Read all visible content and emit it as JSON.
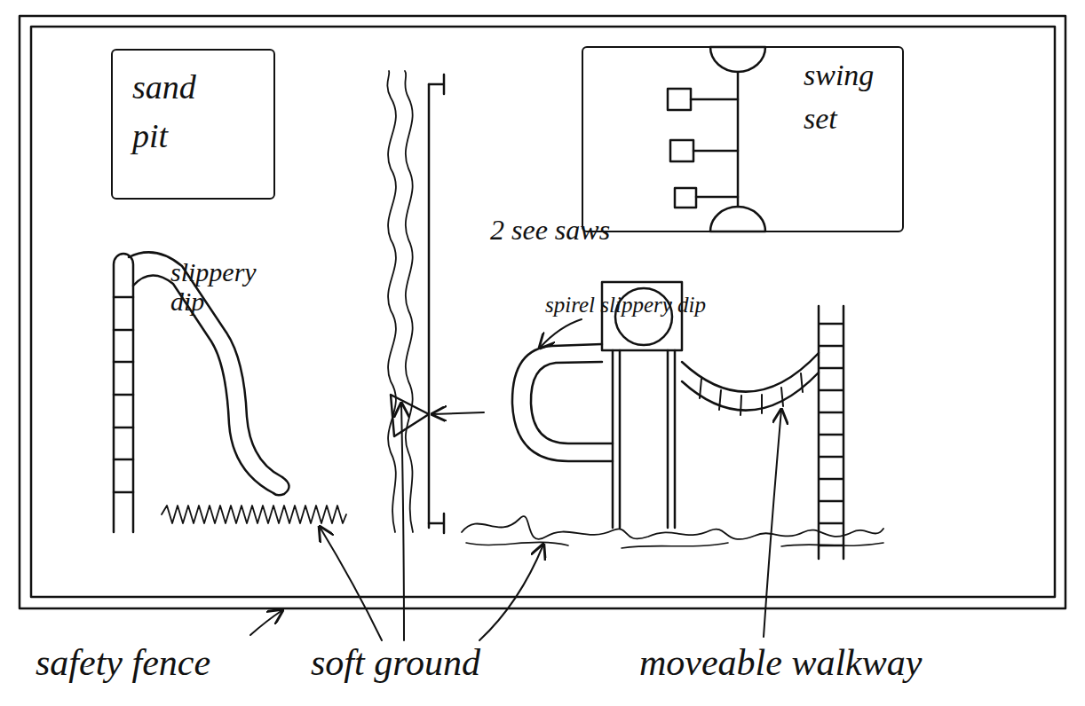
{
  "diagram": {
    "nodes": [
      {
        "text": [
          "sand pit"
        ]
      },
      {
        "text": [
          "swing set"
        ]
      }
    ],
    "labels": [
      "2 see saws",
      "slippery dip",
      "spirel slippery dip",
      "safety fence",
      "soft ground",
      "moveable walkway"
    ]
  }
}
